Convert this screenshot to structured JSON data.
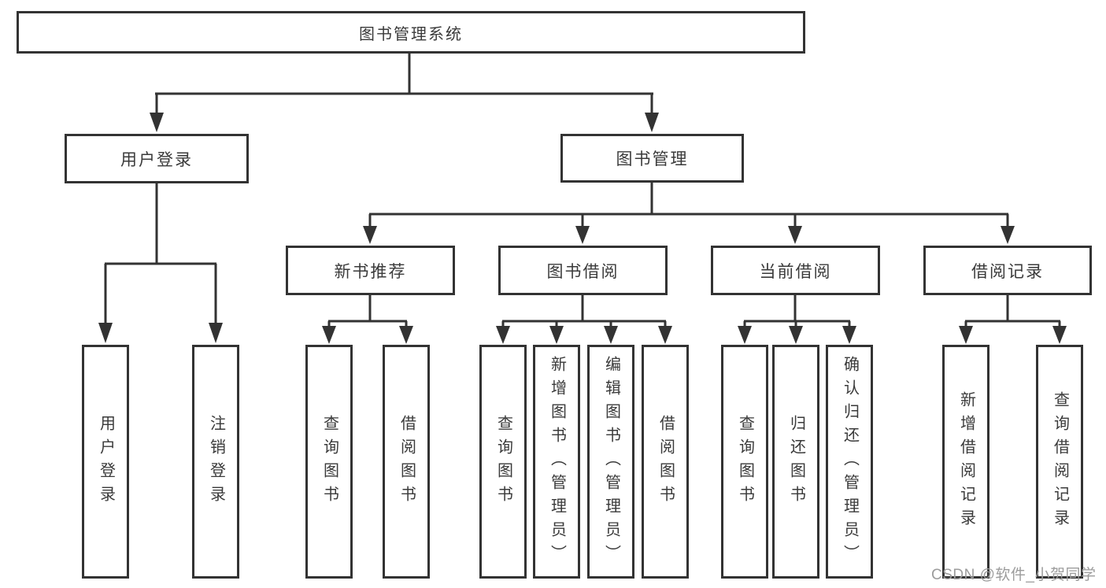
{
  "diagram_title": "图书管理系统",
  "tree": {
    "root": {
      "label": "图书管理系统"
    },
    "level2": [
      {
        "label": "用户登录",
        "children": [
          {
            "label": "用户登录"
          },
          {
            "label": "注销登录"
          }
        ]
      },
      {
        "label": "图书管理",
        "children": [
          {
            "label": "新书推荐",
            "children": [
              {
                "label": "查询图书"
              },
              {
                "label": "借阅图书"
              }
            ]
          },
          {
            "label": "图书借阅",
            "children": [
              {
                "label": "查询图书"
              },
              {
                "label": "新增图书（管理员）"
              },
              {
                "label": "编辑图书（管理员）"
              },
              {
                "label": "借阅图书"
              }
            ]
          },
          {
            "label": "当前借阅",
            "children": [
              {
                "label": "查询图书"
              },
              {
                "label": "归还图书"
              },
              {
                "label": "确认归还（管理员）"
              }
            ]
          },
          {
            "label": "借阅记录",
            "children": [
              {
                "label": "新增借阅记录"
              },
              {
                "label": "查询借阅记录"
              }
            ]
          }
        ]
      }
    ]
  },
  "watermark": {
    "text": "CSDN @软件_小贺同学"
  },
  "colors": {
    "line": "#333333",
    "box_border": "#333333",
    "text": "#3a3a3a",
    "watermark": "#9c9c9c",
    "background": "#ffffff"
  }
}
